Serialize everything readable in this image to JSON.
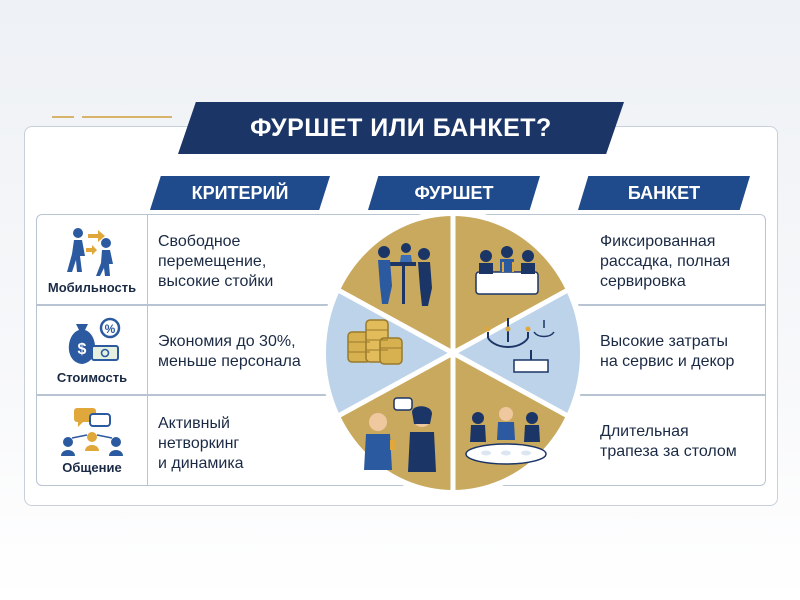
{
  "title": "ФУРШЕТ ИЛИ БАНКЕТ?",
  "headers": {
    "criterion": "КРИТЕРИЙ",
    "buffet": "ФУРШЕТ",
    "banquet": "БАНКЕТ"
  },
  "rows": [
    {
      "criterion": "Мобильность",
      "icon": "people-moving-icon",
      "buffet": "Свободное\nперемещение,\nвысокие стойки",
      "buffet_image": "standing-table-guests-icon",
      "banquet": "Фиксированная\nрассадка, полная\nсервировка",
      "banquet_image": "seated-dinner-table-icon"
    },
    {
      "criterion": "Стоимость",
      "icon": "money-bag-icon",
      "buffet": "Экономия до 30%,\nменьше персонала",
      "buffet_image": "coin-stacks-icon",
      "banquet": "Высокие затраты\nна сервис и декор",
      "banquet_image": "chandelier-icon"
    },
    {
      "criterion": "Общение",
      "icon": "network-chat-icon",
      "buffet": "Активный\nнетворкинг\nи динамика",
      "buffet_image": "chatting-guests-icon",
      "banquet": "Длительная\nтрапеза за столом",
      "banquet_image": "dinner-guests-icon"
    }
  ],
  "colors": {
    "navy": "#1b3566",
    "header_blue": "#1f4a8c",
    "gold": "#c9a95e",
    "light_blue": "#bcd3ea",
    "text": "#1b2a44"
  }
}
